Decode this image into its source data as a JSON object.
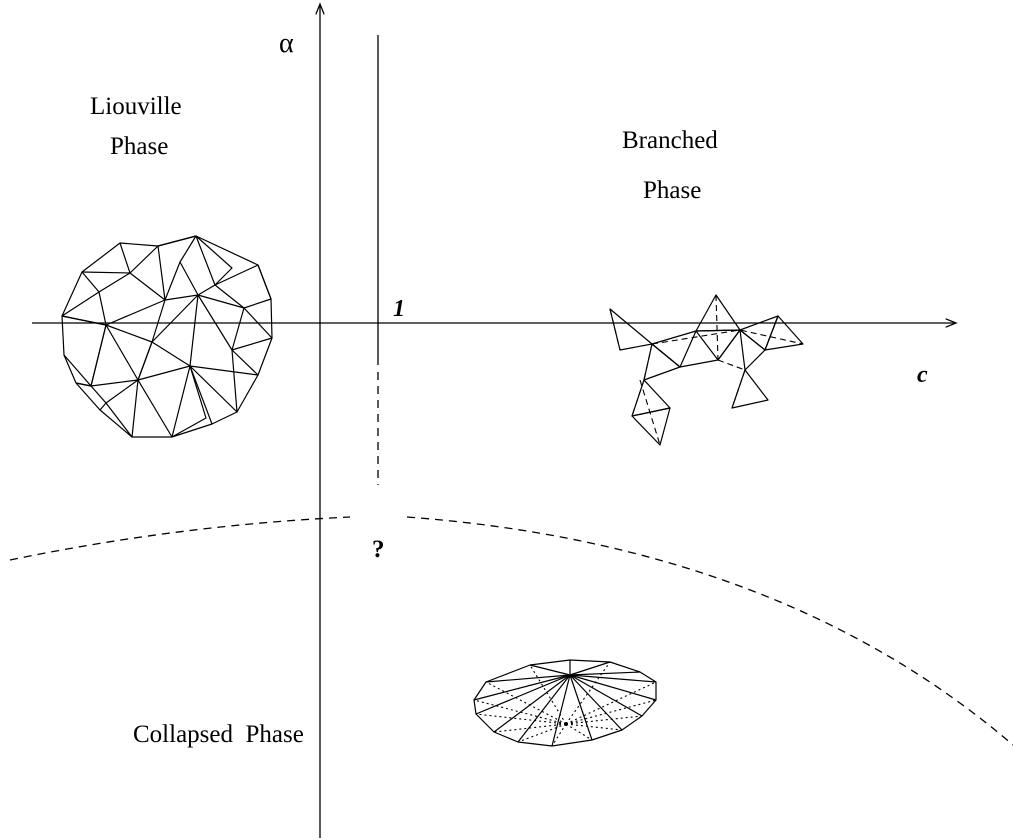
{
  "labels": {
    "y_axis": "α",
    "x_axis": "c",
    "tick_one": "1",
    "question": "?",
    "liouville_line1": "Liouville",
    "liouville_line2": "Phase",
    "branched_line1": "Branched",
    "branched_line2": "Phase",
    "collapsed": "Collapsed  Phase"
  }
}
